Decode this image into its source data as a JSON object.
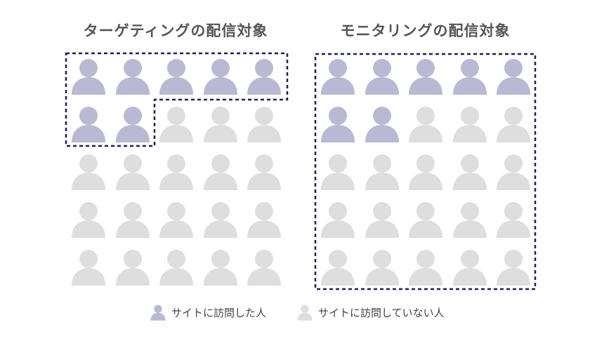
{
  "left_panel": {
    "title": "ターゲティングの配信対象",
    "visited_count": 7
  },
  "right_panel": {
    "title": "モニタリングの配信対象",
    "visited_count": 7
  },
  "grid": {
    "rows": 5,
    "cols": 5
  },
  "colors": {
    "visited": "#b9b9d4",
    "not_visited": "#dedede",
    "outline": "#1b1f5c"
  },
  "legend": {
    "visited": {
      "icon": "person-icon",
      "label": "サイトに訪問した人"
    },
    "not_visited": {
      "icon": "person-icon",
      "label": "サイトに訪問していない人"
    }
  }
}
